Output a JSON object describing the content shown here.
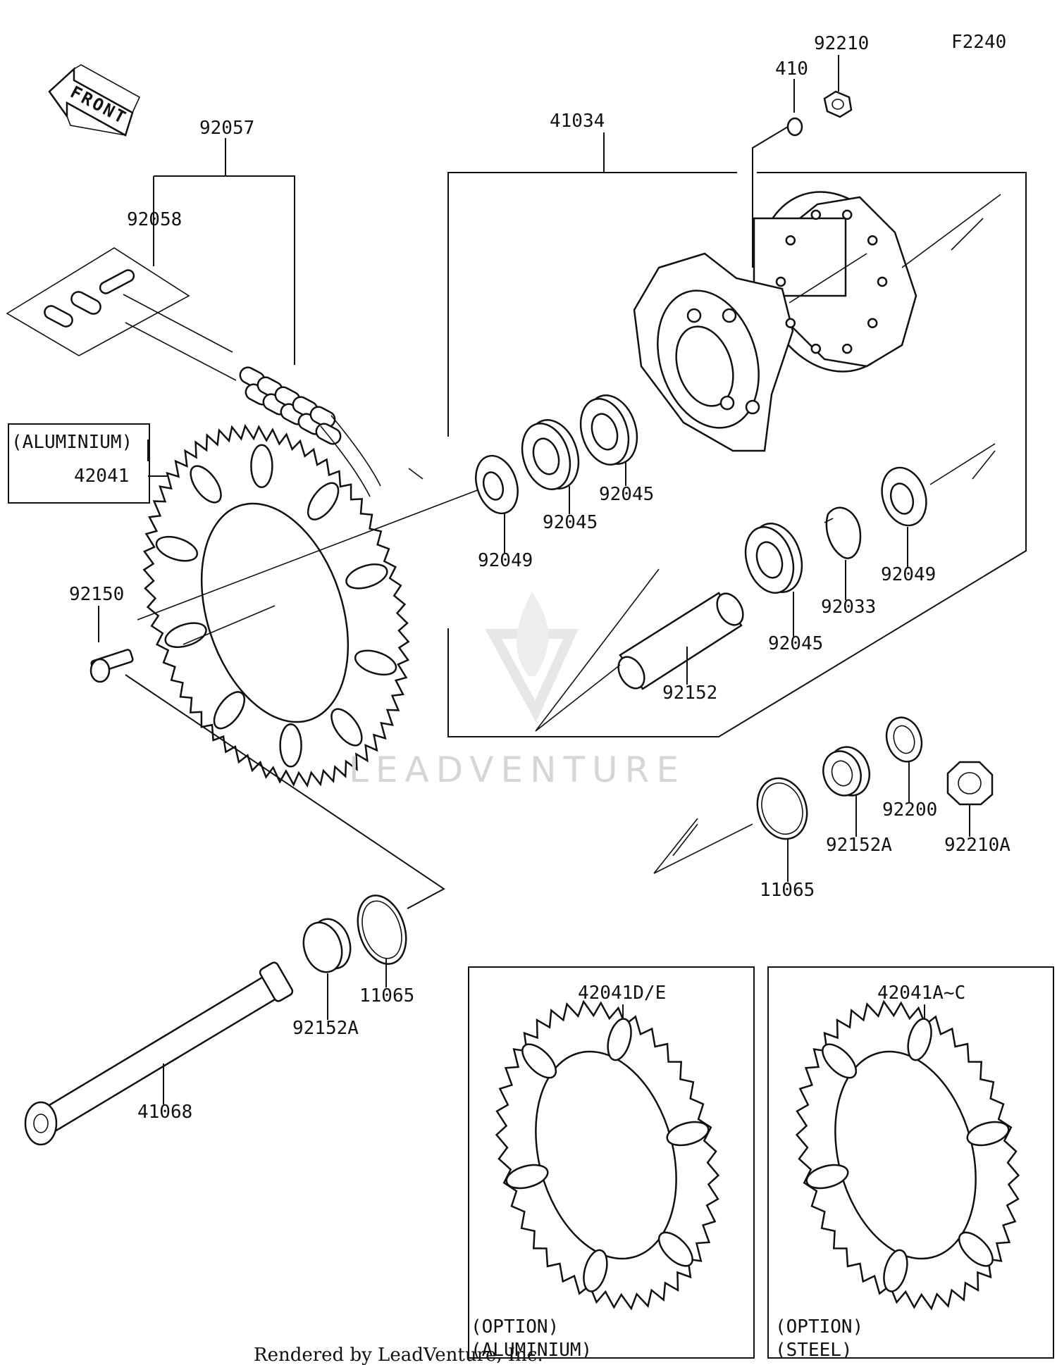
{
  "diagram_id": "F2240",
  "front_label": "FRONT",
  "watermark": "LEADVENTURE",
  "footer": "Rendered by LeadVenture, Inc.",
  "parts": {
    "chain": "92057",
    "chain_joint": "92058",
    "sprocket_aluminium_note": "(ALUMINIUM)",
    "sprocket": "42041",
    "bolt": "92150",
    "hub": "41034",
    "washer": "410",
    "nut": "92210",
    "seal_left": "92049",
    "bearing_a": "92045",
    "bearing_b": "92045",
    "bearing_c": "92045",
    "circlip": "92033",
    "seal_right": "92049",
    "sleeve": "92152",
    "axle_nut": "92210A",
    "axle_washer": "92200",
    "collar_right": "92152A",
    "seal_cap_right": "11065",
    "collar_left": "92152A",
    "seal_cap_left": "11065",
    "axle": "41068"
  },
  "options": [
    {
      "part": "42041D/E",
      "line1": "(OPTION)",
      "line2": "(ALUMINIUM)"
    },
    {
      "part": "42041A~C",
      "line1": "(OPTION)",
      "line2": "(STEEL)"
    }
  ]
}
